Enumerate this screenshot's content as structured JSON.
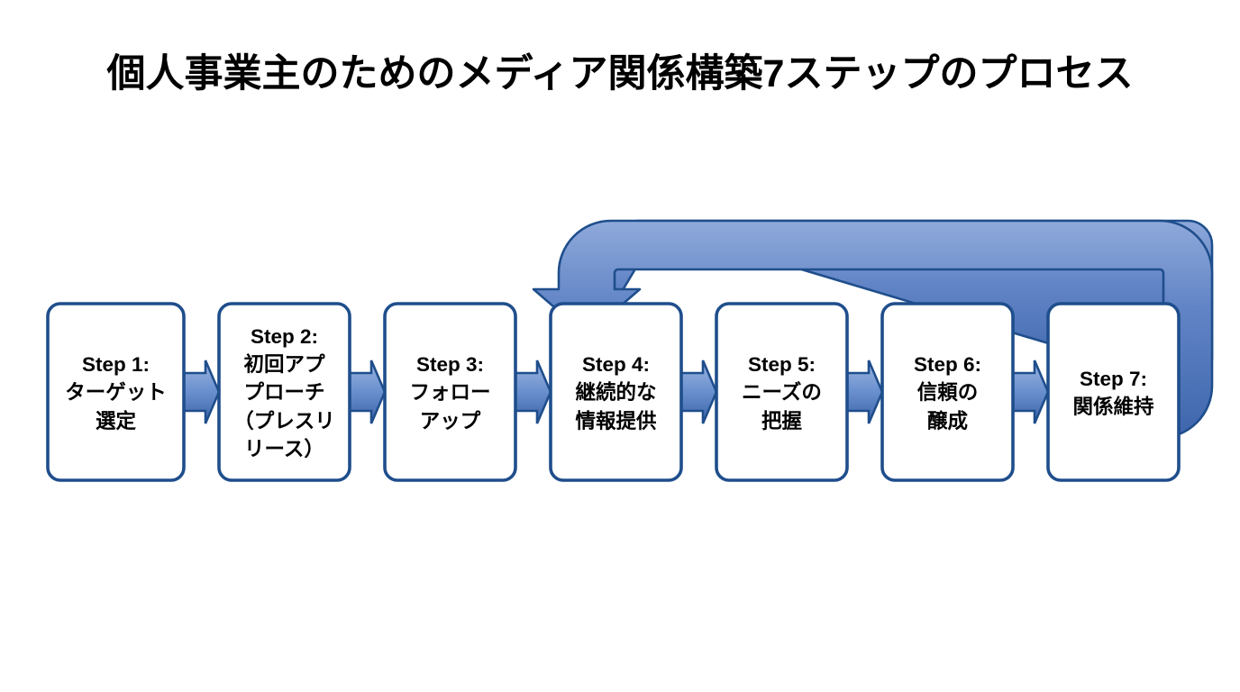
{
  "title": "個人事業主のためのメディア関係構築7ステップのプロセス",
  "colors": {
    "background": "#ffffff",
    "box_border": "#1F4E8C",
    "box_fill": "#ffffff",
    "arrow_fill_light": "#6E93D0",
    "arrow_fill_dark": "#3A63A8",
    "arrow_outline": "#1F4E8C",
    "text": "#000000"
  },
  "steps": [
    {
      "id": "step-1",
      "heading": "Step 1:",
      "lines": [
        "ターゲット",
        "選定"
      ]
    },
    {
      "id": "step-2",
      "heading": "Step 2:",
      "lines": [
        "初回アプ",
        "プローチ",
        "（プレスリ",
        "リース）"
      ]
    },
    {
      "id": "step-3",
      "heading": "Step 3:",
      "lines": [
        "フォロー",
        "アップ"
      ]
    },
    {
      "id": "step-4",
      "heading": "Step 4:",
      "lines": [
        "継続的な",
        "情報提供"
      ]
    },
    {
      "id": "step-5",
      "heading": "Step 5:",
      "lines": [
        "ニーズの",
        "把握"
      ]
    },
    {
      "id": "step-6",
      "heading": "Step 6:",
      "lines": [
        "信頼の",
        "醸成"
      ]
    },
    {
      "id": "step-7",
      "heading": "Step 7:",
      "lines": [
        "関係維持"
      ]
    }
  ],
  "connectors": [
    {
      "id": "arrow-1-2",
      "from": "step-1",
      "to": "step-2"
    },
    {
      "id": "arrow-2-3",
      "from": "step-2",
      "to": "step-3"
    },
    {
      "id": "arrow-3-4",
      "from": "step-3",
      "to": "step-4"
    },
    {
      "id": "arrow-4-5",
      "from": "step-4",
      "to": "step-5"
    },
    {
      "id": "arrow-5-6",
      "from": "step-5",
      "to": "step-6"
    },
    {
      "id": "arrow-6-7",
      "from": "step-6",
      "to": "step-7"
    }
  ],
  "feedback_loop": {
    "id": "loop-arrow-7-to-4",
    "from": "step-7",
    "to": "step-4",
    "direction": "right-up-left-down"
  }
}
